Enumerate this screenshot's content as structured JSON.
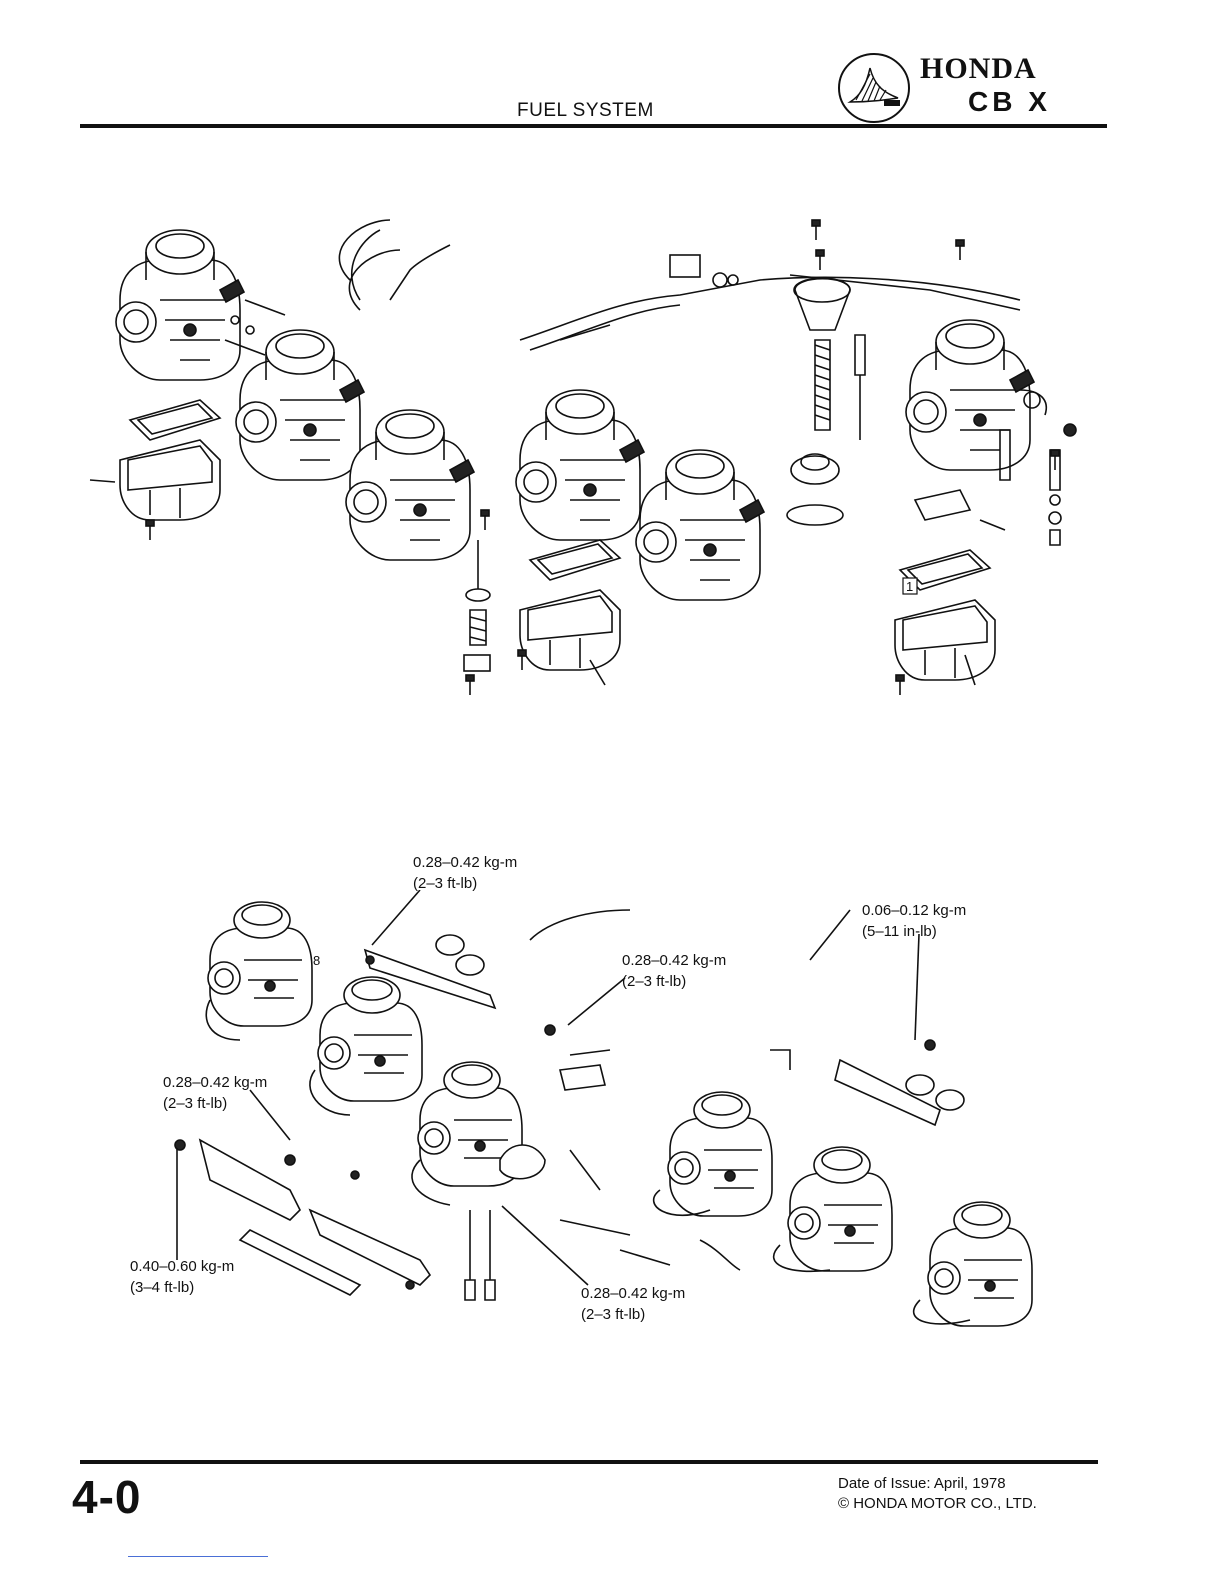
{
  "header": {
    "section_title": "FUEL SYSTEM",
    "brand": "HONDA",
    "model": "CB X",
    "logo_icon": "honda-wing-emblem"
  },
  "diagram_labels": {
    "callout_1": "1"
  },
  "torque_specs": [
    {
      "metric": "0.28–0.42 kg-m",
      "imperial": "(2–3 ft-lb)"
    },
    {
      "metric": "0.06–0.12 kg-m",
      "imperial": "(5–11 in-lb)"
    },
    {
      "metric": "0.28–0.42 kg-m",
      "imperial": "(2–3 ft-lb)"
    },
    {
      "metric": "0.28–0.42 kg-m",
      "imperial": "(2–3 ft-lb)"
    },
    {
      "metric": "0.40–0.60 kg-m",
      "imperial": "(3–4 ft-lb)"
    },
    {
      "metric": "0.28–0.42 kg-m",
      "imperial": "(2–3 ft-lb)"
    }
  ],
  "lower_callout": "8",
  "footer": {
    "page_number": "4-0",
    "date_of_issue": "Date of Issue:  April, 1978",
    "copyright": "© HONDA MOTOR CO., LTD."
  }
}
